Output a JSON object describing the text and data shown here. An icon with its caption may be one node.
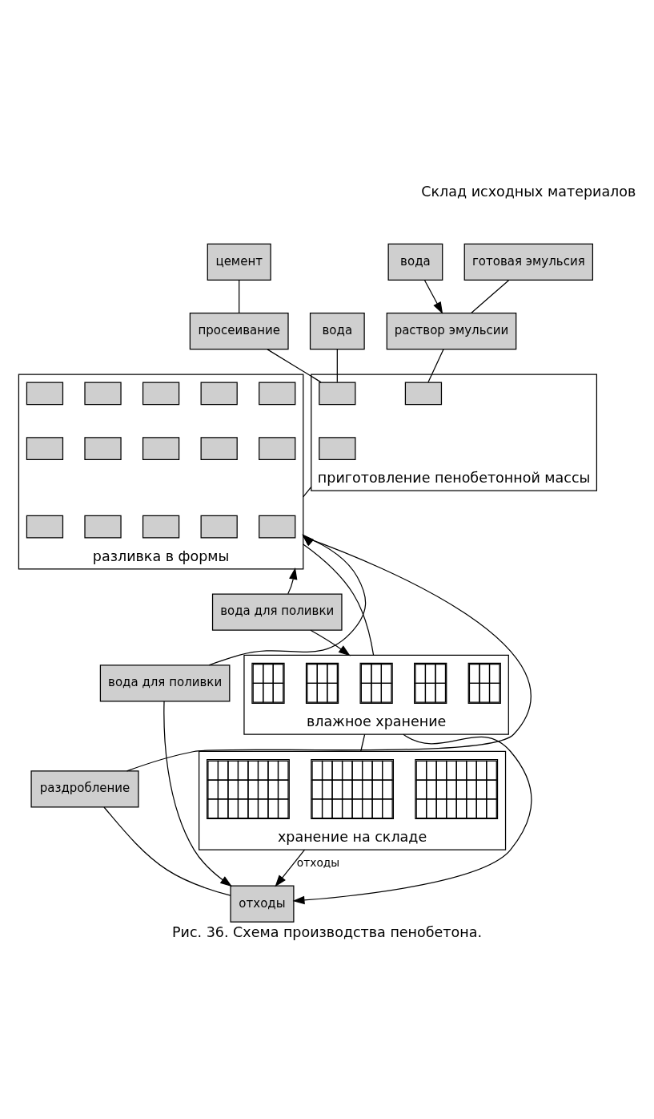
{
  "diagram": {
    "caption": "Рис. 36. Схема производства пенобетона.",
    "nodes": [
      {
        "text": [
          "готовая эмульсия"
        ]
      },
      {
        "text": [
          "цемент"
        ]
      },
      {
        "text": [
          "вода"
        ]
      },
      {
        "text": [
          "раствор эмульсии"
        ]
      },
      {
        "text": [
          "просеивание"
        ]
      },
      {
        "text": [
          "вода"
        ]
      },
      {
        "text": [
          "приготовление пенобетонной массы"
        ]
      },
      {
        "text": [],
        "shape": "box",
        "in": 6
      },
      {
        "text": [],
        "shape": "box",
        "in": 6
      },
      {
        "text": [],
        "shape": "box",
        "in": 6
      },
      {
        "text": [
          "разливка в формы"
        ]
      },
      {
        "text": [],
        "shape": "box",
        "in": 10
      },
      {
        "text": [],
        "shape": "box",
        "in": 10
      },
      {
        "text": [],
        "shape": "box",
        "in": 10
      },
      {
        "text": [],
        "shape": "box",
        "in": 10
      },
      {
        "text": [],
        "shape": "box",
        "in": 10
      },
      {
        "text": [],
        "shape": "box",
        "in": 10
      },
      {
        "text": [],
        "shape": "box",
        "in": 10
      },
      {
        "text": [],
        "shape": "box",
        "in": 10
      },
      {
        "text": [],
        "shape": "box",
        "in": 10
      },
      {
        "text": [],
        "shape": "box",
        "in": 10
      },
      {
        "text": [],
        "shape": "box",
        "in": 10
      },
      {
        "text": [],
        "shape": "box",
        "in": 10
      },
      {
        "text": [],
        "shape": "box",
        "in": 10
      },
      {
        "text": [],
        "shape": "box",
        "in": 10
      },
      {
        "text": [],
        "shape": "box",
        "in": 10
      },
      {
        "text": [
          "вода для поливки"
        ]
      },
      {
        "text": [
          "раздробление"
        ]
      },
      {
        "text": [
          "вода для поливки"
        ]
      },
      {
        "text": [
          "влажное хранение"
        ]
      },
      {
        "text": [],
        "shape": "grid",
        "in": 29
      },
      {
        "text": [],
        "shape": "grid",
        "in": 29
      },
      {
        "text": [],
        "shape": "grid",
        "in": 29
      },
      {
        "text": [],
        "shape": "grid",
        "in": 29
      },
      {
        "text": [],
        "shape": "grid",
        "in": 29
      },
      {
        "text": [
          "хранение на складе"
        ]
      },
      {
        "text": [],
        "shape": "grid",
        "in": 35
      },
      {
        "text": [],
        "shape": "grid",
        "in": 35
      },
      {
        "text": [],
        "shape": "grid",
        "in": 35
      },
      {
        "text": [
          "отходы"
        ]
      }
    ],
    "edges": [
      {
        "from": 0,
        "to": 3,
        "arrow": "none"
      },
      {
        "from": 1,
        "to": 4,
        "arrow": "none"
      },
      {
        "from": 2,
        "to": 3,
        "arrow": "to"
      },
      {
        "from": 3,
        "to": 7,
        "arrow": "none"
      },
      {
        "from": 4,
        "to": 8,
        "arrow": "none"
      },
      {
        "from": 5,
        "to": 8,
        "arrow": "none"
      },
      {
        "from": 6,
        "to": 10,
        "arrow": "none"
      },
      {
        "from": 26,
        "to": 10,
        "arrow": "to"
      },
      {
        "from": 27,
        "to": 10,
        "arrow": "to"
      },
      {
        "from": 28,
        "to": 10,
        "arrow": "to"
      },
      {
        "from": 10,
        "to": 29,
        "arrow": "none"
      },
      {
        "from": 28,
        "to": 29,
        "arrow": "to"
      },
      {
        "from": 29,
        "to": 35,
        "arrow": "none"
      },
      {
        "from": 26,
        "to": 39,
        "arrow": "to"
      },
      {
        "from": 29,
        "to": 39,
        "arrow": "to"
      },
      {
        "from": 35,
        "to": 39,
        "arrow": "to",
        "label": "отходы"
      },
      {
        "from": 39,
        "to": 27,
        "arrow": "none"
      }
    ],
    "labels": [
      "Склад исходных материалов"
    ]
  }
}
